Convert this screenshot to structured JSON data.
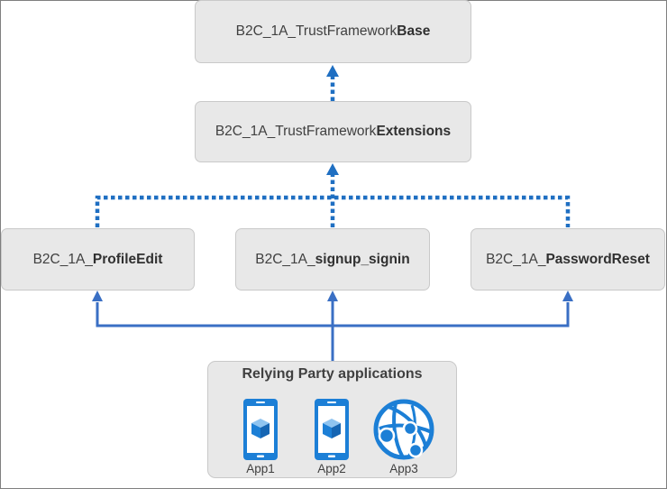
{
  "nodes": {
    "base": {
      "prefix": "B2C_1A_TrustFramework",
      "bold": "Base"
    },
    "extensions": {
      "prefix": "B2C_1A_TrustFramework",
      "bold": "Extensions"
    },
    "profile_edit": {
      "prefix": "B2C_1A_",
      "bold": "ProfileEdit"
    },
    "signup_signin": {
      "prefix": "B2C_1A_",
      "bold": "signup_signin"
    },
    "password_reset": {
      "prefix": "B2C_1A_",
      "bold": "PasswordReset"
    }
  },
  "relying_party": {
    "title": "Relying Party applications",
    "apps": [
      {
        "label": "App1",
        "icon": "mobile-app-icon"
      },
      {
        "label": "App2",
        "icon": "mobile-app-icon"
      },
      {
        "label": "App3",
        "icon": "web-app-globe-icon"
      }
    ]
  },
  "colors": {
    "box_fill": "#e8e8e8",
    "box_border": "#c9c9c9",
    "connector": "#2e75c6",
    "inherit_dotted": "#1f6fc2",
    "icon_blue": "#1c7fd6",
    "text": "#404040"
  }
}
